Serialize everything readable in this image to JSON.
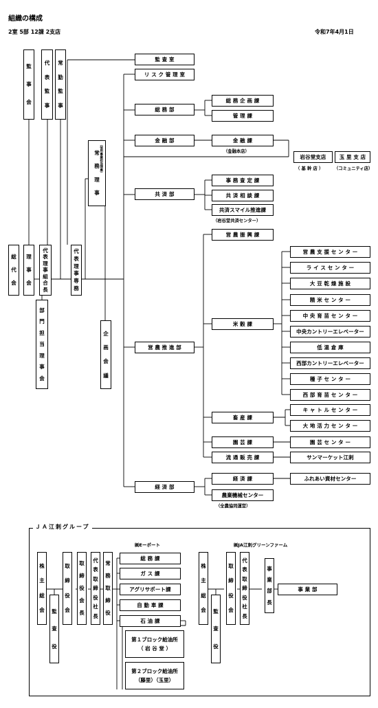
{
  "header": {
    "title": "組織の構成",
    "summary": "2室 5部 12課 2支店",
    "date": "令和7年4月1日"
  },
  "board": {
    "kansa": "監事会",
    "daihyo_kanji": "代表監事",
    "jokin_kanji": "常勤監事",
    "sokai": "総代会",
    "rijikai": "理事会",
    "kumiaicho": "代表理事組合長",
    "bumon": "部門担当理事会",
    "senmu": "代表理事専務",
    "jomu": "常務理事",
    "jomu_note": "（信用事業担当理事）",
    "kikaku": "企画会議"
  },
  "offices": {
    "kansa_shitsu": "監 査 室",
    "risk": "リ ス ク 管 理 室"
  },
  "departments": [
    {
      "name": "総 務 部",
      "sections": [
        "総 務 企 画 課",
        "管 理 課"
      ]
    },
    {
      "name": "金 融 部",
      "sections": [
        "金 融 課"
      ],
      "note": "（金融本店）"
    },
    {
      "name": "共 済 部",
      "sections": [
        "事 務 査 定 課",
        "共 済 相 談 課",
        "共済スマイル推進課"
      ],
      "note": "（岩谷堂共済センター）"
    },
    {
      "name": "営 農 推 進 部",
      "sections": [
        "営 農 振 興 課",
        "米 穀 課",
        "畜 産 課",
        "園 芸 課",
        "流 通 販 売 課"
      ]
    },
    {
      "name": "経 済 部",
      "sections": [
        "経 済 課",
        "農業機械センター"
      ],
      "note": "（全農協同運営）"
    }
  ],
  "branches": {
    "main": "岩谷堂支店",
    "main_note": "（ 基 幹 店 ）",
    "sub": "玉 里 支 店",
    "sub_note": "（コミュニティ店）"
  },
  "centers": {
    "beikoku": [
      "営 農 支 援 セ ン タ ー",
      "ラ イ ス セ ン タ ー",
      "大 豆 乾 燥 施 設",
      "精 米 セ ン タ ー",
      "中 央 育 苗 セ ン タ ー",
      "中央カントリーエレベーター",
      "低 温 倉 庫",
      "西部カントリーエレベーター",
      "種 子 セ ン タ ー",
      "西 部 育 苗 セ ン タ ー"
    ],
    "chikusan": [
      "キ ャ ト ル セ ン タ ー",
      "大 地 活 力 セ ン タ ー"
    ],
    "engei": "園 芸 セ ン タ ー",
    "ryutsu": "サンマーケット江刺",
    "keizai": "ふれあい資材センター"
  },
  "group": {
    "title": "ＪＡ江刺グループ",
    "co1": {
      "name": "㈱Eーポート",
      "kabunushi": "株主総会",
      "kansayaku": "監査役",
      "torishimariyakukai": "取締役会",
      "kaicho": "取締役会長",
      "shacho": "代表取締役社長",
      "jomu": "常務取締役",
      "sections": [
        "総 務 課",
        "ガ ス 課",
        "アグリサポート課",
        "自 動 車 課",
        "石 油 課"
      ],
      "block1": [
        "第１ブロック給油所",
        "（ 岩 谷 堂 ）"
      ],
      "block2": [
        "第２ブロック給油所",
        "（藤里）（玉里）"
      ]
    },
    "co2": {
      "name": "㈱JA江刺グリーンファーム",
      "kabunushi": "株主総会",
      "kansayaku": "監査役",
      "torishimariyakukai": "取締役会",
      "shacho": "代表取締役社長",
      "buchou": "事業部長",
      "jigyobu": "事 業 部"
    }
  }
}
